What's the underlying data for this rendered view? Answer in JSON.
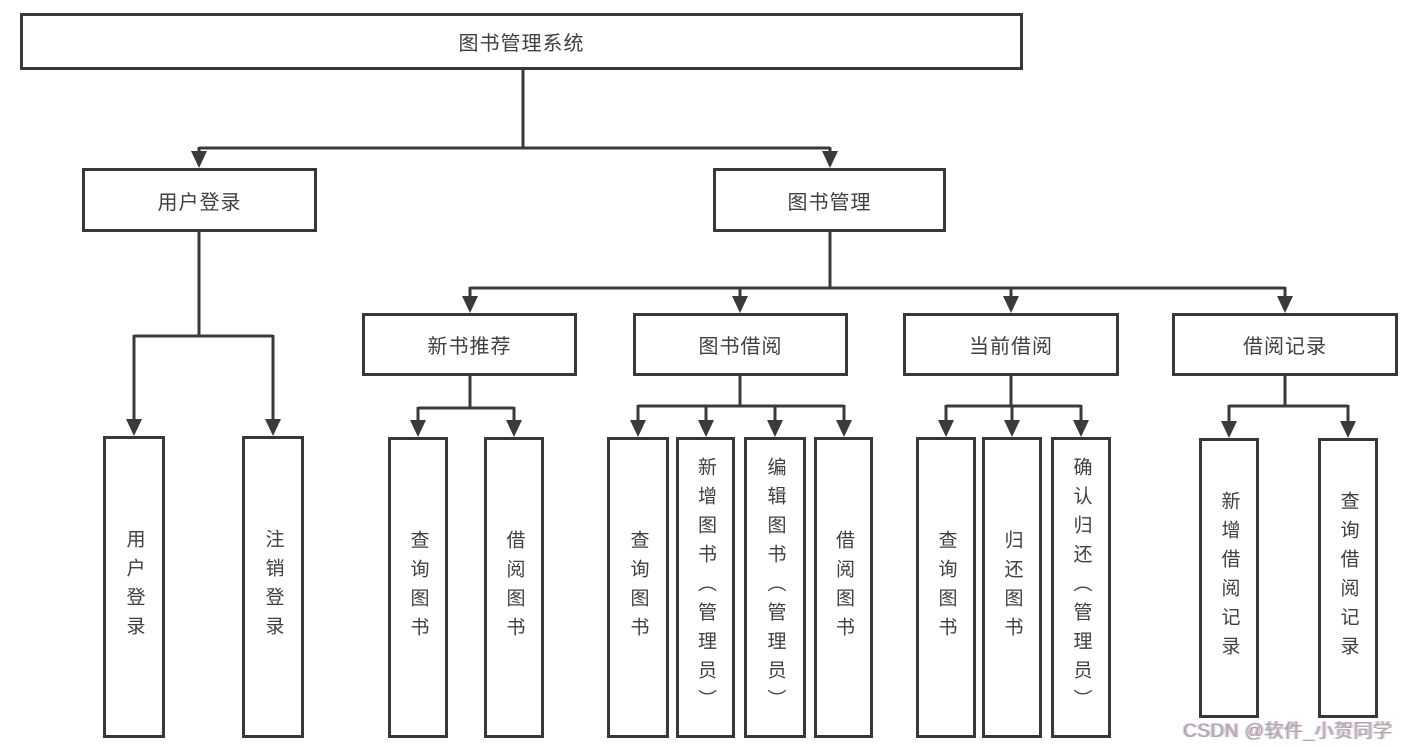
{
  "diagram": {
    "root": {
      "label": "图书管理系统"
    },
    "level2": {
      "user_login": {
        "label": "用户登录"
      },
      "book_mgmt": {
        "label": "图书管理"
      }
    },
    "level3": {
      "new_books": {
        "label": "新书推荐"
      },
      "borrowing": {
        "label": "图书借阅"
      },
      "current": {
        "label": "当前借阅"
      },
      "records": {
        "label": "借阅记录"
      }
    },
    "leaves": {
      "user_login": {
        "login": "用户登录",
        "logout": "注销登录"
      },
      "new_books": {
        "query": "查询图书",
        "borrow": "借阅图书"
      },
      "borrowing": {
        "query": "查询图书",
        "add": "新增图书（管理员）",
        "edit": "编辑图书（管理员）",
        "borrow": "借阅图书"
      },
      "current": {
        "query": "查询图书",
        "return": "归还图书",
        "confirm": "确认归还（管理员）"
      },
      "records": {
        "add": "新增借阅记录",
        "query": "查询借阅记录"
      }
    },
    "line_color": "#3a3a3c"
  },
  "watermark": {
    "text": "CSDN @软件_小贺同学"
  }
}
